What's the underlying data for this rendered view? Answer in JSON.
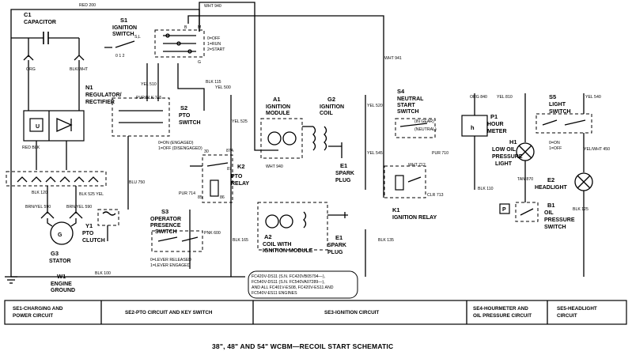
{
  "diagram": {
    "title": "38\", 48\" AND 54\" WCBM—RECOIL START SCHEMATIC",
    "components": {
      "c1": {
        "id": "C1",
        "name": "CAPACITOR"
      },
      "s1": {
        "id": "S1",
        "name_1": "IGNITION",
        "name_2": "SWITCH",
        "positions": [
          "0=OFF",
          "1=RUN",
          "2=START"
        ],
        "terminals": "0 1 2",
        "pin_sl": "S,L",
        "pin_b": "B",
        "pin_m": "M",
        "pin_g": "G"
      },
      "n1": {
        "id": "N1",
        "name_1": "REGULATOR/",
        "name_2": "RECTIFIER",
        "symbol": "U"
      },
      "s2": {
        "id": "S2",
        "name_1": "PTO",
        "name_2": "SWITCH",
        "note_1": "0=ON (ENGAGED)",
        "note_2": "1=OFF (DISENGAGED)"
      },
      "a1": {
        "id": "A1",
        "name_1": "IGNITION",
        "name_2": "MODULE"
      },
      "g2": {
        "id": "G2",
        "name_1": "IGNITION",
        "name_2": "COIL"
      },
      "e1_top": {
        "id": "E1",
        "name_1": "SPARK",
        "name_2": "PLUG"
      },
      "a2": {
        "id": "A2",
        "name_1": "COIL WITH",
        "name_2": "IGNITION MODULE"
      },
      "e1_bot": {
        "id": "E1",
        "name_1": "SPARK",
        "name_2": "PLUG"
      },
      "s4": {
        "id": "S4",
        "name_1": "NEUTRAL",
        "name_2": "START",
        "name_3": "SWITCH",
        "note_1": "(IN GEAR)",
        "note_2": "(NEUTRAL)"
      },
      "k1": {
        "id": "K1",
        "name": "IGNITION RELAY"
      },
      "k2": {
        "id": "K2",
        "name_1": "PTO",
        "name_2": "RELAY",
        "pin_87a": "87A",
        "pin_87": "87",
        "pin_30": "30",
        "pin_85": "85",
        "pin_86": "86"
      },
      "p1": {
        "id": "P1",
        "name_1": "HOUR",
        "name_2": "METER",
        "symbol": "h"
      },
      "h1": {
        "id": "H1",
        "name_1": "LOW OIL",
        "name_2": "PRESSURE",
        "name_3": "LIGHT"
      },
      "b1": {
        "id": "B1",
        "name_1": "OIL",
        "name_2": "PRESSURE",
        "name_3": "SWITCH",
        "symbol": "P"
      },
      "s5": {
        "id": "S5",
        "name_1": "LIGHT",
        "name_2": "SWITCH",
        "note_1": "0=ON",
        "note_2": "1=OFF"
      },
      "e2": {
        "id": "E2",
        "name": "HEADLIGHT"
      },
      "s3": {
        "id": "S3",
        "name_1": "OPERATOR",
        "name_2": "PRESENCE",
        "name_3": "SWITCH",
        "note_1": "0=LEVER RELEASED",
        "note_2": "1=LEVER ENGAGED"
      },
      "y1": {
        "id": "Y1",
        "name_1": "PTO",
        "name_2": "CLUTCH"
      },
      "g3": {
        "id": "G3",
        "name": "STATOR"
      },
      "w1": {
        "id": "W1",
        "name_1": "ENGINE",
        "name_2": "GROUND"
      }
    },
    "wires": {
      "red_200": "RED 200",
      "wht_940_top": "WHT 940",
      "org": "ORG",
      "blk_wht": "BLK/WHT",
      "yel_510": "YEL 510",
      "pur_blk_715": "PUR/BLK 715",
      "blk_115": "BLK 115",
      "yel_500": "YEL 500",
      "wht_941": "WHT 941",
      "yel_520": "YEL 520",
      "org_840": "ORG 840",
      "yel_810": "YEL 810",
      "yel_540": "YEL 540",
      "yel_525": "YEL 525",
      "wht_940_mod": "WHT 940",
      "yel_545": "YEL 545",
      "pur_710": "PUR 710",
      "wht_712": "WHT 712",
      "clr_713": "CLR 713",
      "blu_750": "BLU 750",
      "pur_714": "PUR 714",
      "pnk_600": "PNK 600",
      "blk_165": "BLK 165",
      "blk_135": "BLK 135",
      "blk_110": "BLK 110",
      "tan_870": "TAN 870",
      "blk_125": "BLK 125",
      "yel_wht_450": "YEL/WHT 450",
      "blk_525_yel": "BLK 525   YEL",
      "brn_yel_590": "BRN/YEL 590",
      "brn_yel_590b": "BRN/YEL 590",
      "blk_120": "BLK 120",
      "blk_100": "BLK 100"
    },
    "note": {
      "line_1": "FC420V-DS11 (S.N. FC420VB05794—),",
      "line_2": "FC540V-DS11 (S.N. FC540VA07289—),",
      "line_3": "AND ALL FC401V-ES08, FC420V-ES11 AND",
      "line_4": "FC540V-ES11 ENGINES"
    },
    "sections": [
      {
        "label_1": "SE1-CHARGING AND",
        "label_2": "POWER CIRCUIT"
      },
      {
        "label_1": "SE2-PTO CIRCUIT AND KEY SWITCH",
        "label_2": ""
      },
      {
        "label_1": "SE3-IGNITION CIRCUIT",
        "label_2": ""
      },
      {
        "label_1": "SE4-HOURMETER AND",
        "label_2": "OIL PRESSURE CIRCUIT"
      },
      {
        "label_1": "SE5-HEADLIGHT",
        "label_2": "CIRCUIT"
      }
    ]
  }
}
